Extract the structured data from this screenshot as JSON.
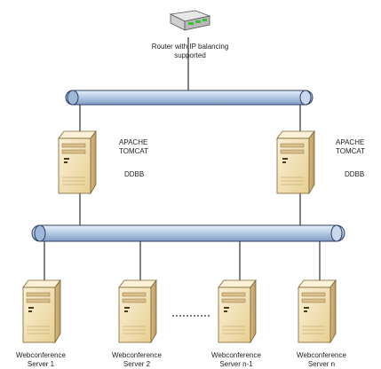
{
  "router": {
    "label_line1": "Router with IP balancing",
    "label_line2": "supported"
  },
  "top_servers": [
    {
      "label_line1": "APACHE",
      "label_line2": "TOMCAT",
      "label_db": "DDBB"
    },
    {
      "label_line1": "APACHE",
      "label_line2": "TOMCAT",
      "label_db": "DDBB"
    }
  ],
  "webconference_servers": [
    {
      "label_line1": "Webconference",
      "label_line2": "Server 1"
    },
    {
      "label_line1": "Webconference",
      "label_line2": "Server 2"
    },
    {
      "label_line1": "Webconference",
      "label_line2": "Server n-1"
    },
    {
      "label_line1": "Webconference",
      "label_line2": "Server n"
    }
  ],
  "colors": {
    "bus_fill": "#b8cde6",
    "bus_stroke": "#2d3e63",
    "server_front": "#f3e2b4",
    "server_side": "#cdb17a",
    "server_top": "#fbf1d6",
    "line": "#333333"
  }
}
